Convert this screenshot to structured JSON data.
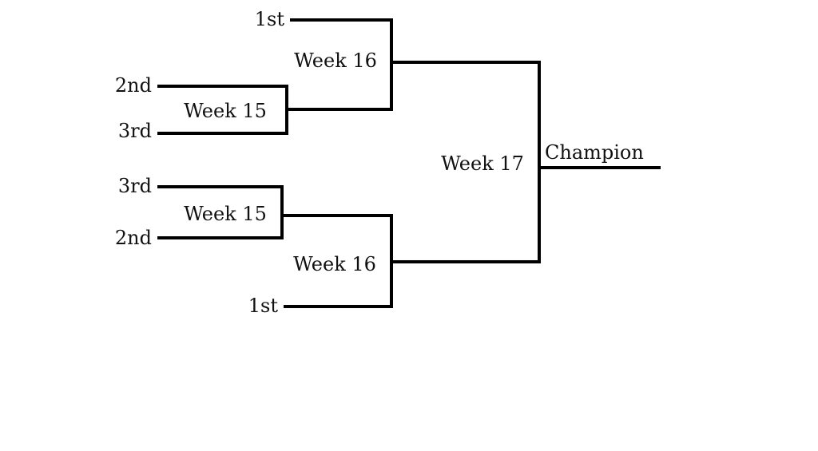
{
  "bracket": {
    "top_half": {
      "bye_seed": "1st",
      "semifinal_label": "Week 16",
      "quarterfinal_label": "Week 15",
      "seed_upper": "2nd",
      "seed_lower": "3rd"
    },
    "bottom_half": {
      "bye_seed": "1st",
      "semifinal_label": "Week 16",
      "quarterfinal_label": "Week 15",
      "seed_upper": "3rd",
      "seed_lower": "2nd"
    },
    "final_label": "Week 17",
    "champion_label": "Champion",
    "theme": {
      "line_color": "#000000",
      "text_color": "#111111",
      "background": "#ffffff"
    }
  }
}
